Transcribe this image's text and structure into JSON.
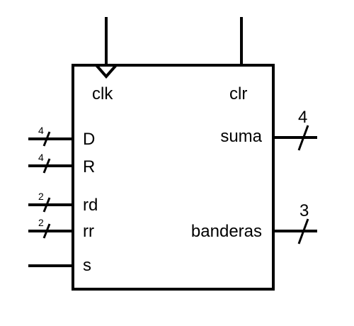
{
  "block": {
    "top_pins": [
      {
        "id": "clk",
        "label": "clk"
      },
      {
        "id": "clr",
        "label": "clr"
      }
    ],
    "inputs": [
      {
        "id": "D",
        "label": "D",
        "width": "4"
      },
      {
        "id": "R",
        "label": "R",
        "width": "4"
      },
      {
        "id": "rd",
        "label": "rd",
        "width": "2"
      },
      {
        "id": "rr",
        "label": "rr",
        "width": "2"
      },
      {
        "id": "s",
        "label": "s"
      }
    ],
    "outputs": [
      {
        "id": "suma",
        "label": "suma",
        "width": "4"
      },
      {
        "id": "banderas",
        "label": "banderas",
        "width": "3"
      }
    ]
  },
  "colors": {
    "stroke": "#000000",
    "background": "#ffffff"
  },
  "icons": {
    "clock_input": "clock-triangle-icon"
  }
}
